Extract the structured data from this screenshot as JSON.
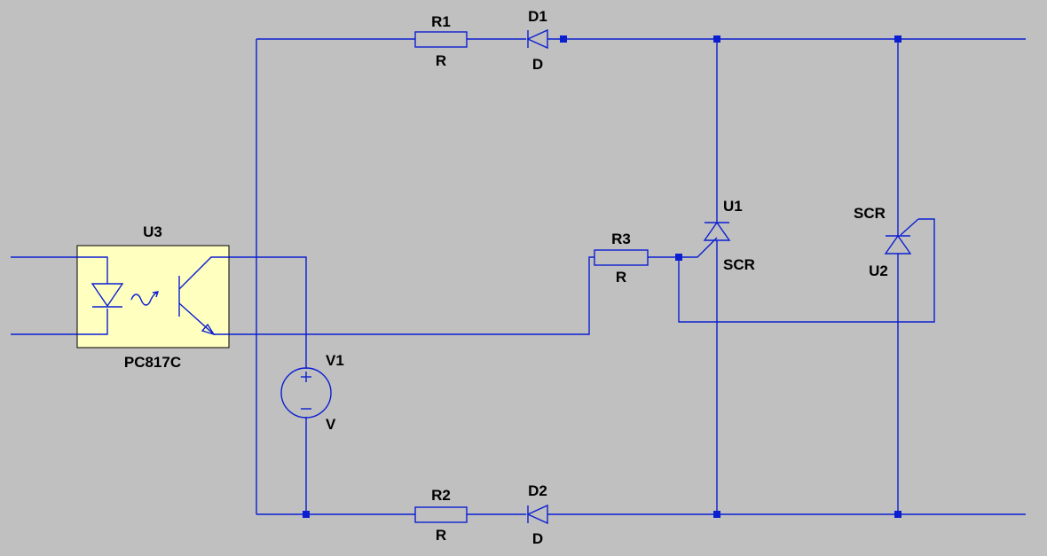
{
  "colors": {
    "background": "#c0c0c0",
    "wire": "#0b1fd1",
    "package_fill": "#ffffc0",
    "package_border": "#000000"
  },
  "components": {
    "r1": {
      "ref": "R1",
      "value": "R"
    },
    "r2": {
      "ref": "R2",
      "value": "R"
    },
    "r3": {
      "ref": "R3",
      "value": "R"
    },
    "d1": {
      "ref": "D1",
      "value": "D"
    },
    "d2": {
      "ref": "D2",
      "value": "D"
    },
    "u1": {
      "ref": "U1",
      "value": "SCR"
    },
    "u2": {
      "ref": "U2",
      "value": "SCR"
    },
    "u3": {
      "ref": "U3",
      "value": "PC817C"
    },
    "v1": {
      "ref": "V1",
      "value": "V"
    }
  }
}
